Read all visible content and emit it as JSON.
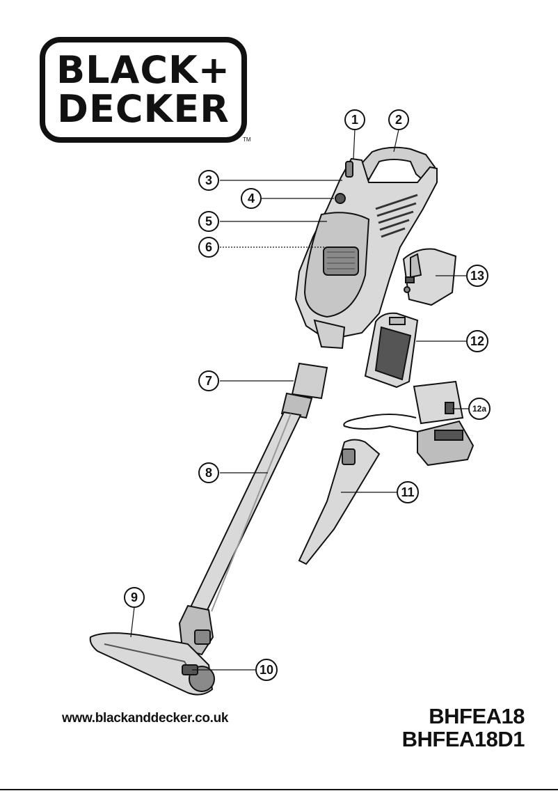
{
  "brand": {
    "logo_line1": "BLACK+",
    "logo_line2": "DECKER",
    "trademark": "TM"
  },
  "callouts": [
    "1",
    "2",
    "3",
    "4",
    "5",
    "6",
    "7",
    "8",
    "9",
    "10",
    "11",
    "12",
    "12a",
    "13"
  ],
  "footer": {
    "website": "www.blackanddecker.co.uk",
    "model_1": "BHFEA18",
    "model_2": "BHFEA18D1"
  },
  "colors": {
    "ink": "#111111",
    "body_fill": "#d9d9d9",
    "shade_fill": "#bdbdbd",
    "dark_fill": "#555555"
  }
}
